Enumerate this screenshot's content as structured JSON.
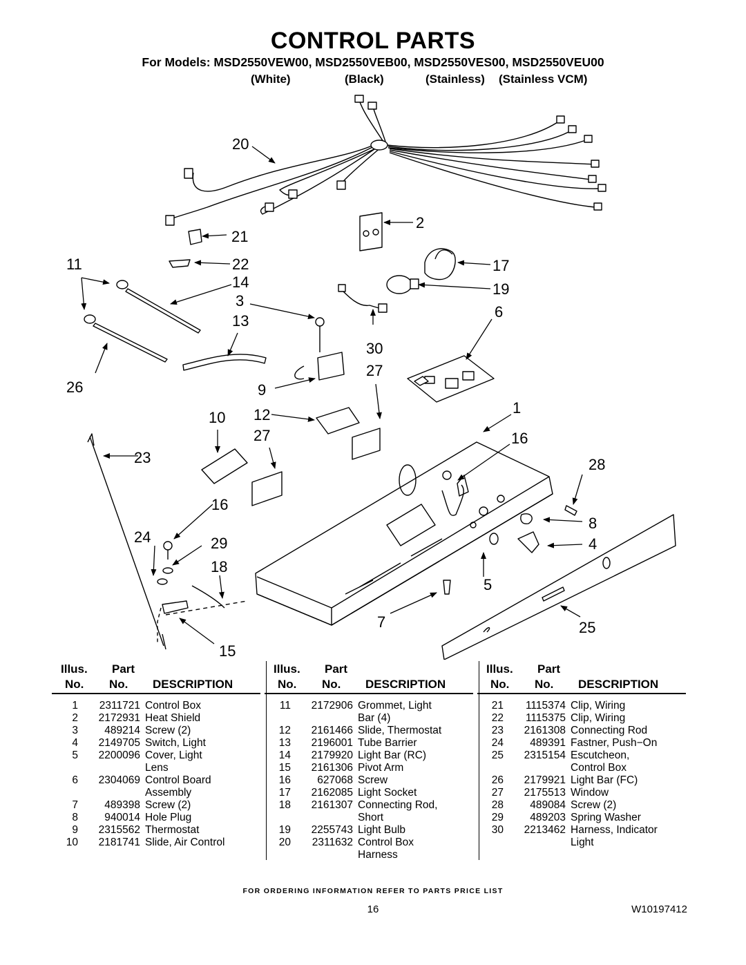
{
  "header": {
    "title": "CONTROL PARTS",
    "models": "For Models: MSD2550VEW00, MSD2550VEB00, MSD2550VES00, MSD2550VEU00",
    "variants": [
      "(White)",
      "(Black)",
      "(Stainless)",
      "(Stainless VCM)"
    ]
  },
  "diagram": {
    "callouts": [
      "20",
      "2",
      "21",
      "11",
      "22",
      "17",
      "14",
      "19",
      "3",
      "6",
      "13",
      "30",
      "27",
      "26",
      "9",
      "10",
      "12",
      "1",
      "27",
      "16",
      "23",
      "28",
      "16",
      "8",
      "24",
      "29",
      "4",
      "18",
      "5",
      "7",
      "25",
      "15"
    ]
  },
  "table": {
    "headers": {
      "illus_1": "Illus.",
      "illus_2": "No.",
      "part_1": "Part",
      "part_2": "No.",
      "description": "DESCRIPTION"
    },
    "columns": [
      [
        [
          "1",
          "2311721",
          "Control Box"
        ],
        [
          "2",
          "2172931",
          "Heat Shield"
        ],
        [
          "3",
          "489214",
          "Screw (2)"
        ],
        [
          "4",
          "2149705",
          "Switch, Light"
        ],
        [
          "5",
          "2200096",
          "Cover, Light"
        ],
        [
          "",
          "",
          "Lens"
        ],
        [
          "6",
          "2304069",
          "Control Board"
        ],
        [
          "",
          "",
          "Assembly"
        ],
        [
          "7",
          "489398",
          "Screw (2)"
        ],
        [
          "8",
          "940014",
          "Hole Plug"
        ],
        [
          "9",
          "2315562",
          "Thermostat"
        ],
        [
          "10",
          "2181741",
          "Slide, Air Control"
        ]
      ],
      [
        [
          "11",
          "2172906",
          "Grommet, Light"
        ],
        [
          "",
          "",
          "Bar (4)"
        ],
        [
          "12",
          "2161466",
          "Slide, Thermostat"
        ],
        [
          "13",
          "2196001",
          "Tube Barrier"
        ],
        [
          "14",
          "2179920",
          "Light Bar (RC)"
        ],
        [
          "15",
          "2161306",
          "Pivot Arm"
        ],
        [
          "16",
          "627068",
          "Screw"
        ],
        [
          "17",
          "2162085",
          "Light Socket"
        ],
        [
          "18",
          "2161307",
          "Connecting Rod,"
        ],
        [
          "",
          "",
          "Short"
        ],
        [
          "19",
          "2255743",
          "Light Bulb"
        ],
        [
          "20",
          "2311632",
          "Control Box"
        ],
        [
          "",
          "",
          "Harness"
        ]
      ],
      [
        [
          "21",
          "1115374",
          "Clip, Wiring"
        ],
        [
          "22",
          "1115375",
          "Clip, Wiring"
        ],
        [
          "23",
          "2161308",
          "Connecting Rod"
        ],
        [
          "24",
          "489391",
          "Fastner, Push−On"
        ],
        [
          "25",
          "2315154",
          "Escutcheon,"
        ],
        [
          "",
          "",
          "Control Box"
        ],
        [
          "26",
          "2179921",
          "Light Bar (FC)"
        ],
        [
          "27",
          "2175513",
          "Window"
        ],
        [
          "28",
          "489084",
          "Screw (2)"
        ],
        [
          "29",
          "489203",
          "Spring Washer"
        ],
        [
          "30",
          "2213462",
          "Harness, Indicator"
        ],
        [
          "",
          "",
          "Light"
        ]
      ]
    ]
  },
  "footer": {
    "ordering_note": "FOR ORDERING INFORMATION REFER TO PARTS PRICE LIST",
    "page_number": "16",
    "document_number": "W10197412"
  }
}
